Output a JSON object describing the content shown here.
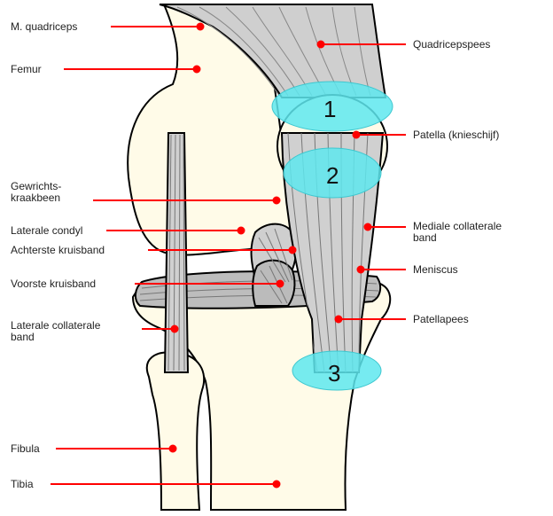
{
  "labels_left": [
    {
      "id": "m-quadriceps",
      "text": "M. quadriceps"
    },
    {
      "id": "femur",
      "text": "Femur"
    },
    {
      "id": "gewrichtskraakbeen",
      "text": "Gewrichts-\nkraakbeen"
    },
    {
      "id": "laterale-condyl",
      "text": "Laterale condyl"
    },
    {
      "id": "achterste-kruisband",
      "text": "Achterste kruisband"
    },
    {
      "id": "voorste-kruisband",
      "text": "Voorste kruisband"
    },
    {
      "id": "laterale-collaterale-band",
      "text": "Laterale collaterale\nband"
    },
    {
      "id": "fibula",
      "text": "Fibula"
    },
    {
      "id": "tibia",
      "text": "Tibia"
    }
  ],
  "labels_right": [
    {
      "id": "quadricepspees",
      "text": "Quadricepspees"
    },
    {
      "id": "patella",
      "text": "Patella (knieschijf)"
    },
    {
      "id": "mediale-collaterale-band",
      "text": "Mediale collaterale\nband"
    },
    {
      "id": "meniscus",
      "text": "Meniscus"
    },
    {
      "id": "patellapees",
      "text": "Patellapees"
    }
  ],
  "region_numbers": [
    "1",
    "2",
    "3"
  ],
  "colors": {
    "leader": "#ff0000",
    "highlight": "#5ee8ee",
    "bone": "#fffbe8",
    "tendon": "#cfcfcf",
    "outline": "#000000"
  }
}
